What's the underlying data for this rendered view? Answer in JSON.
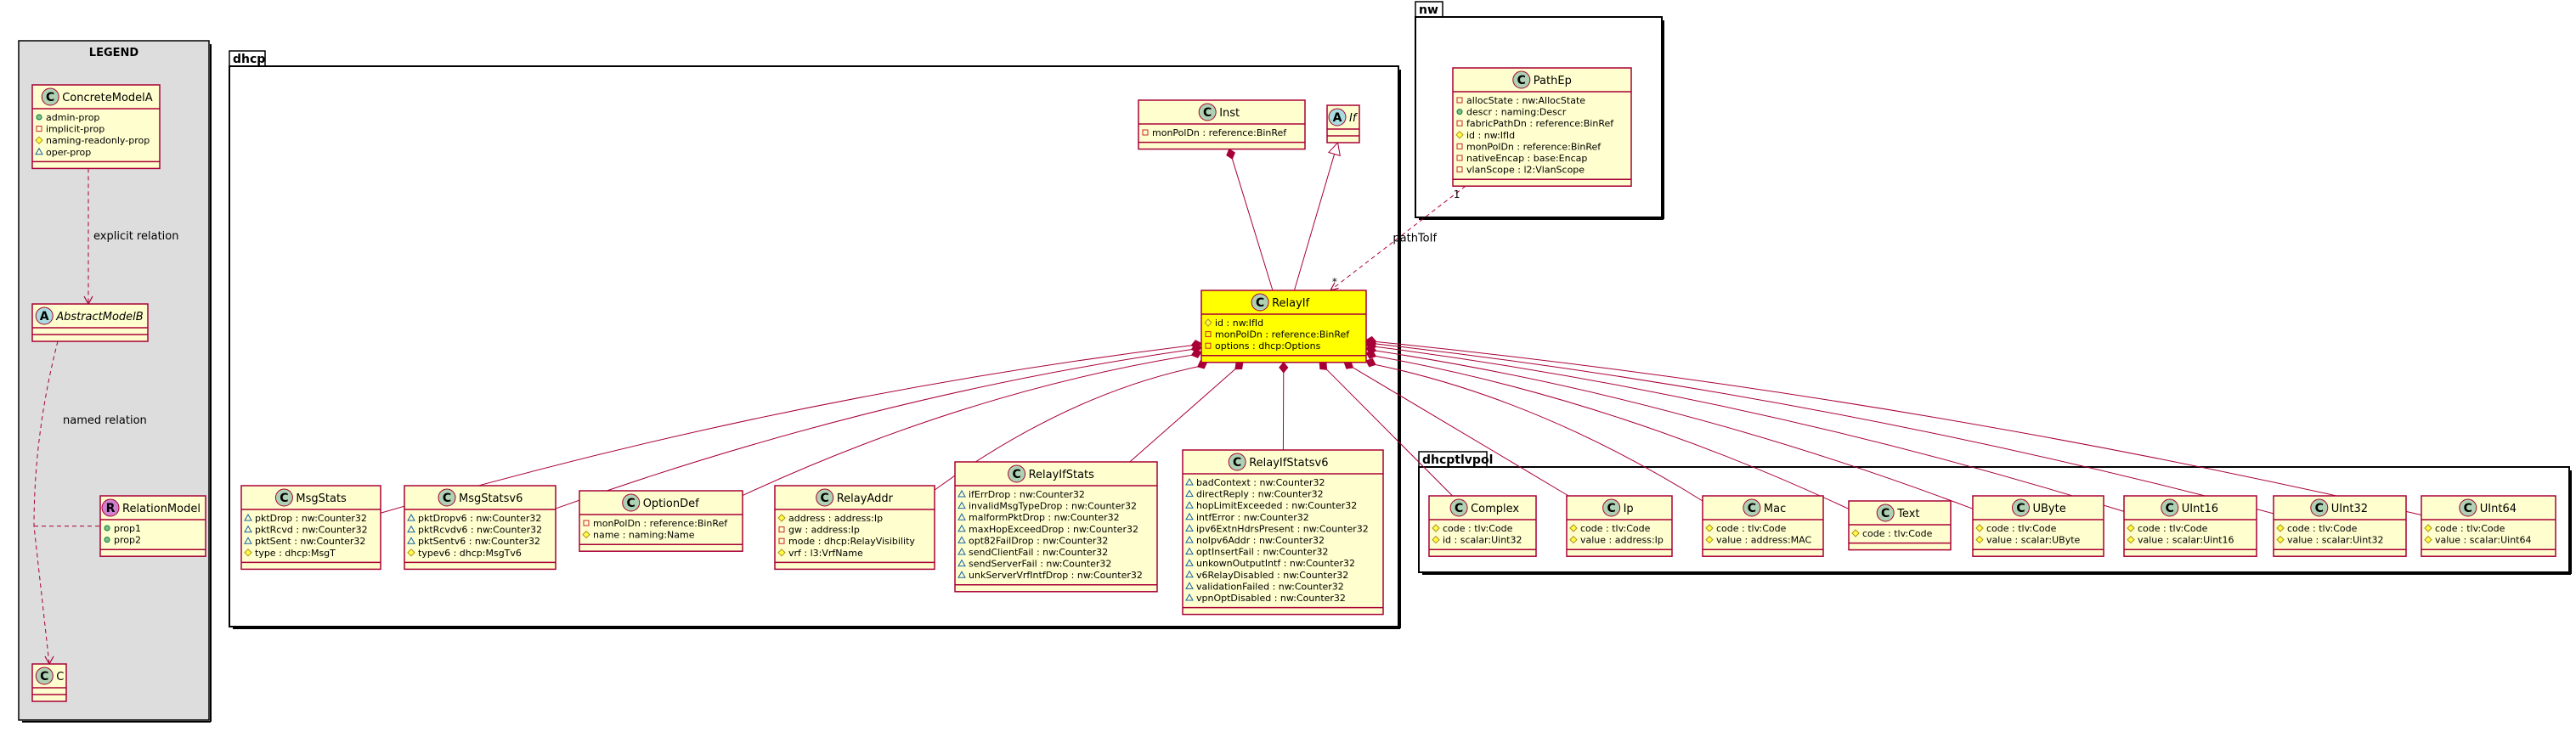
{
  "legend": {
    "title": "LEGEND",
    "classes": [
      {
        "id": "ConcreteModelA",
        "name": "ConcreteModelA",
        "stereo": "C",
        "attrs": [
          {
            "vis": "+",
            "text": "admin-prop"
          },
          {
            "vis": "-",
            "text": "implicit-prop"
          },
          {
            "vis": "#",
            "text": "naming-readonly-prop"
          },
          {
            "vis": "~",
            "text": "oper-prop"
          }
        ]
      },
      {
        "id": "AbstractModelB",
        "name": "AbstractModelB",
        "stereo": "A",
        "attrs": []
      },
      {
        "id": "RelationModel",
        "name": "RelationModel",
        "stereo": "R",
        "attrs": [
          {
            "vis": "+",
            "text": "prop1"
          },
          {
            "vis": "+",
            "text": "prop2"
          }
        ]
      },
      {
        "id": "C",
        "name": "C",
        "stereo": "C",
        "attrs": []
      }
    ],
    "edge_labels": {
      "explicit": "explicit relation",
      "named": "named relation"
    }
  },
  "packages": [
    {
      "id": "dhcp",
      "title": "dhcp"
    },
    {
      "id": "nw",
      "title": "nw"
    },
    {
      "id": "dhcptlvpol",
      "title": "dhcptlvpol"
    }
  ],
  "classes": [
    {
      "id": "Inst",
      "name": "Inst",
      "stereo": "C",
      "attrs": [
        {
          "vis": "-",
          "text": "monPolDn : reference:BinRef"
        }
      ]
    },
    {
      "id": "If",
      "name": "If",
      "stereo": "A",
      "attrs": []
    },
    {
      "id": "RelayIf",
      "name": "RelayIf",
      "stereo": "C",
      "highlight": "#ffff00",
      "attrs": [
        {
          "vis": "#",
          "text": "id : nw:IfId"
        },
        {
          "vis": "-",
          "text": "monPolDn : reference:BinRef"
        },
        {
          "vis": "-",
          "text": "options : dhcp:Options"
        }
      ]
    },
    {
      "id": "PathEp",
      "name": "PathEp",
      "stereo": "C",
      "attrs": [
        {
          "vis": "-",
          "text": "allocState : nw:AllocState"
        },
        {
          "vis": "+",
          "text": "descr : naming:Descr"
        },
        {
          "vis": "-",
          "text": "fabricPathDn : reference:BinRef"
        },
        {
          "vis": "#",
          "text": "id : nw:IfId"
        },
        {
          "vis": "-",
          "text": "monPolDn : reference:BinRef"
        },
        {
          "vis": "-",
          "text": "nativeEncap : base:Encap"
        },
        {
          "vis": "-",
          "text": "vlanScope : l2:VlanScope"
        }
      ]
    },
    {
      "id": "MsgStats",
      "name": "MsgStats",
      "stereo": "C",
      "attrs": [
        {
          "vis": "~",
          "text": "pktDrop : nw:Counter32"
        },
        {
          "vis": "~",
          "text": "pktRcvd : nw:Counter32"
        },
        {
          "vis": "~",
          "text": "pktSent : nw:Counter32"
        },
        {
          "vis": "#",
          "text": "type : dhcp:MsgT"
        }
      ]
    },
    {
      "id": "MsgStatsv6",
      "name": "MsgStatsv6",
      "stereo": "C",
      "attrs": [
        {
          "vis": "~",
          "text": "pktDropv6 : nw:Counter32"
        },
        {
          "vis": "~",
          "text": "pktRcvdv6 : nw:Counter32"
        },
        {
          "vis": "~",
          "text": "pktSentv6 : nw:Counter32"
        },
        {
          "vis": "#",
          "text": "typev6 : dhcp:MsgTv6"
        }
      ]
    },
    {
      "id": "OptionDef",
      "name": "OptionDef",
      "stereo": "C",
      "attrs": [
        {
          "vis": "-",
          "text": "monPolDn : reference:BinRef"
        },
        {
          "vis": "#",
          "text": "name : naming:Name"
        }
      ]
    },
    {
      "id": "RelayAddr",
      "name": "RelayAddr",
      "stereo": "C",
      "attrs": [
        {
          "vis": "#",
          "text": "address : address:Ip"
        },
        {
          "vis": "-",
          "text": "gw : address:Ip"
        },
        {
          "vis": "-",
          "text": "mode : dhcp:RelayVisibility"
        },
        {
          "vis": "#",
          "text": "vrf : l3:VrfName"
        }
      ]
    },
    {
      "id": "RelayIfStats",
      "name": "RelayIfStats",
      "stereo": "C",
      "attrs": [
        {
          "vis": "~",
          "text": "ifErrDrop : nw:Counter32"
        },
        {
          "vis": "~",
          "text": "invalidMsgTypeDrop : nw:Counter32"
        },
        {
          "vis": "~",
          "text": "malformPktDrop : nw:Counter32"
        },
        {
          "vis": "~",
          "text": "maxHopExceedDrop : nw:Counter32"
        },
        {
          "vis": "~",
          "text": "opt82FailDrop : nw:Counter32"
        },
        {
          "vis": "~",
          "text": "sendClientFail : nw:Counter32"
        },
        {
          "vis": "~",
          "text": "sendServerFail : nw:Counter32"
        },
        {
          "vis": "~",
          "text": "unkServerVrfIntfDrop : nw:Counter32"
        }
      ]
    },
    {
      "id": "RelayIfStatsv6",
      "name": "RelayIfStatsv6",
      "stereo": "C",
      "attrs": [
        {
          "vis": "~",
          "text": "badContext : nw:Counter32"
        },
        {
          "vis": "~",
          "text": "directReply : nw:Counter32"
        },
        {
          "vis": "~",
          "text": "hopLimitExceeded : nw:Counter32"
        },
        {
          "vis": "~",
          "text": "intfError : nw:Counter32"
        },
        {
          "vis": "~",
          "text": "ipv6ExtnHdrsPresent : nw:Counter32"
        },
        {
          "vis": "~",
          "text": "noIpv6Addr : nw:Counter32"
        },
        {
          "vis": "~",
          "text": "optInsertFail : nw:Counter32"
        },
        {
          "vis": "~",
          "text": "unkownOutputIntf : nw:Counter32"
        },
        {
          "vis": "~",
          "text": "v6RelayDisabled : nw:Counter32"
        },
        {
          "vis": "~",
          "text": "validationFailed : nw:Counter32"
        },
        {
          "vis": "~",
          "text": "vpnOptDisabled : nw:Counter32"
        }
      ]
    },
    {
      "id": "Complex",
      "name": "Complex",
      "stereo": "C",
      "attrs": [
        {
          "vis": "#",
          "text": "code : tlv:Code"
        },
        {
          "vis": "#",
          "text": "id : scalar:Uint32"
        }
      ]
    },
    {
      "id": "Ip",
      "name": "Ip",
      "stereo": "C",
      "attrs": [
        {
          "vis": "#",
          "text": "code : tlv:Code"
        },
        {
          "vis": "#",
          "text": "value : address:Ip"
        }
      ]
    },
    {
      "id": "Mac",
      "name": "Mac",
      "stereo": "C",
      "attrs": [
        {
          "vis": "#",
          "text": "code : tlv:Code"
        },
        {
          "vis": "#",
          "text": "value : address:MAC"
        }
      ]
    },
    {
      "id": "Text",
      "name": "Text",
      "stereo": "C",
      "attrs": [
        {
          "vis": "#",
          "text": "code : tlv:Code"
        }
      ]
    },
    {
      "id": "UByte",
      "name": "UByte",
      "stereo": "C",
      "attrs": [
        {
          "vis": "#",
          "text": "code : tlv:Code"
        },
        {
          "vis": "#",
          "text": "value : scalar:UByte"
        }
      ]
    },
    {
      "id": "UInt16",
      "name": "UInt16",
      "stereo": "C",
      "attrs": [
        {
          "vis": "#",
          "text": "code : tlv:Code"
        },
        {
          "vis": "#",
          "text": "value : scalar:Uint16"
        }
      ]
    },
    {
      "id": "UInt32",
      "name": "UInt32",
      "stereo": "C",
      "attrs": [
        {
          "vis": "#",
          "text": "code : tlv:Code"
        },
        {
          "vis": "#",
          "text": "value : scalar:Uint32"
        }
      ]
    },
    {
      "id": "UInt64",
      "name": "UInt64",
      "stereo": "C",
      "attrs": [
        {
          "vis": "#",
          "text": "code : tlv:Code"
        },
        {
          "vis": "#",
          "text": "value : scalar:Uint64"
        }
      ]
    }
  ],
  "relations": [
    {
      "from": "Inst",
      "to": "RelayIf",
      "type": "composition"
    },
    {
      "from": "If",
      "to": "RelayIf",
      "type": "inheritance"
    },
    {
      "from": "PathEp",
      "to": "RelayIf",
      "type": "dependency",
      "label": "pathToIf",
      "mult_from": "1",
      "mult_to": "*"
    },
    {
      "from": "RelayIf",
      "to": "MsgStats",
      "type": "composition"
    },
    {
      "from": "RelayIf",
      "to": "MsgStatsv6",
      "type": "composition"
    },
    {
      "from": "RelayIf",
      "to": "OptionDef",
      "type": "composition"
    },
    {
      "from": "RelayIf",
      "to": "RelayAddr",
      "type": "composition"
    },
    {
      "from": "RelayIf",
      "to": "RelayIfStats",
      "type": "composition"
    },
    {
      "from": "RelayIf",
      "to": "RelayIfStatsv6",
      "type": "composition"
    },
    {
      "from": "RelayIf",
      "to": "Complex",
      "type": "composition"
    },
    {
      "from": "RelayIf",
      "to": "Ip",
      "type": "composition"
    },
    {
      "from": "RelayIf",
      "to": "Mac",
      "type": "composition"
    },
    {
      "from": "RelayIf",
      "to": "Text",
      "type": "composition"
    },
    {
      "from": "RelayIf",
      "to": "UByte",
      "type": "composition"
    },
    {
      "from": "RelayIf",
      "to": "UInt16",
      "type": "composition"
    },
    {
      "from": "RelayIf",
      "to": "UInt32",
      "type": "composition"
    },
    {
      "from": "RelayIf",
      "to": "UInt64",
      "type": "composition"
    }
  ],
  "colors": {
    "class_fill": "#fefece",
    "class_border": "#a80036",
    "highlight_fill": "#ffff00",
    "stereo_C": "#add1b2",
    "stereo_A": "#a9dcdf",
    "stereo_R": "#d080d0",
    "legend_fill": "#dddddd",
    "edge": "#a80036"
  }
}
